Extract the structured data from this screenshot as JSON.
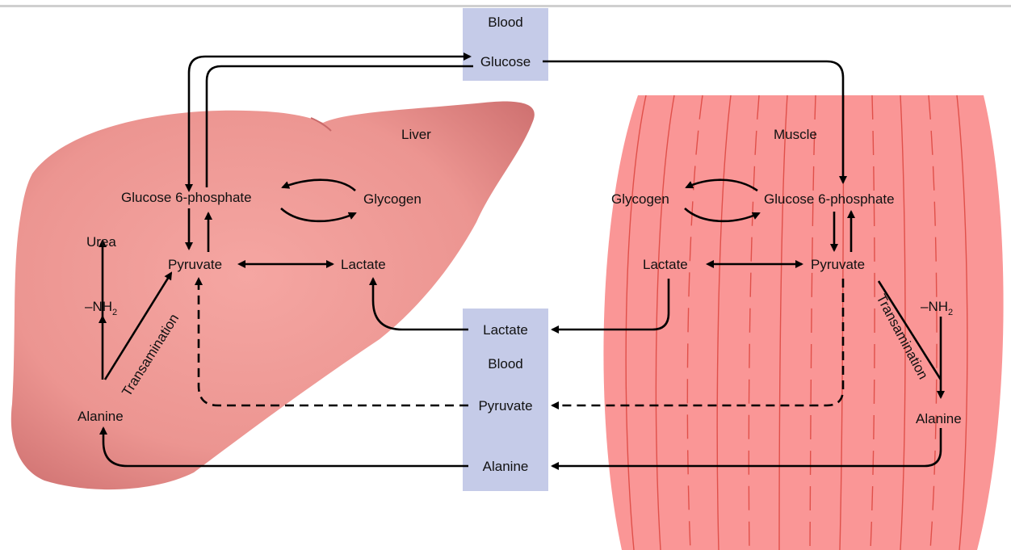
{
  "blood": {
    "top": {
      "label": "Blood",
      "glucose": "Glucose"
    },
    "bottom": {
      "lactate": "Lactate",
      "label": "Blood",
      "pyruvate": "Pyruvate",
      "alanine": "Alanine"
    },
    "color": "#c5cbe8"
  },
  "liver": {
    "title": "Liver",
    "glucose6p": "Glucose 6-phosphate",
    "glycogen": "Glycogen",
    "pyruvate": "Pyruvate",
    "lactate": "Lactate",
    "urea": "Urea",
    "nh2": "–NH",
    "nh2_sub": "2",
    "transamination": "Transamination",
    "alanine": "Alanine",
    "color": "#f0908c"
  },
  "muscle": {
    "title": "Muscle",
    "glycogen": "Glycogen",
    "glucose6p": "Glucose 6-phosphate",
    "lactate": "Lactate",
    "pyruvate": "Pyruvate",
    "nh2": "–NH",
    "nh2_sub": "2",
    "transamination": "Transamination",
    "alanine": "Alanine",
    "color": "#fa9696"
  }
}
